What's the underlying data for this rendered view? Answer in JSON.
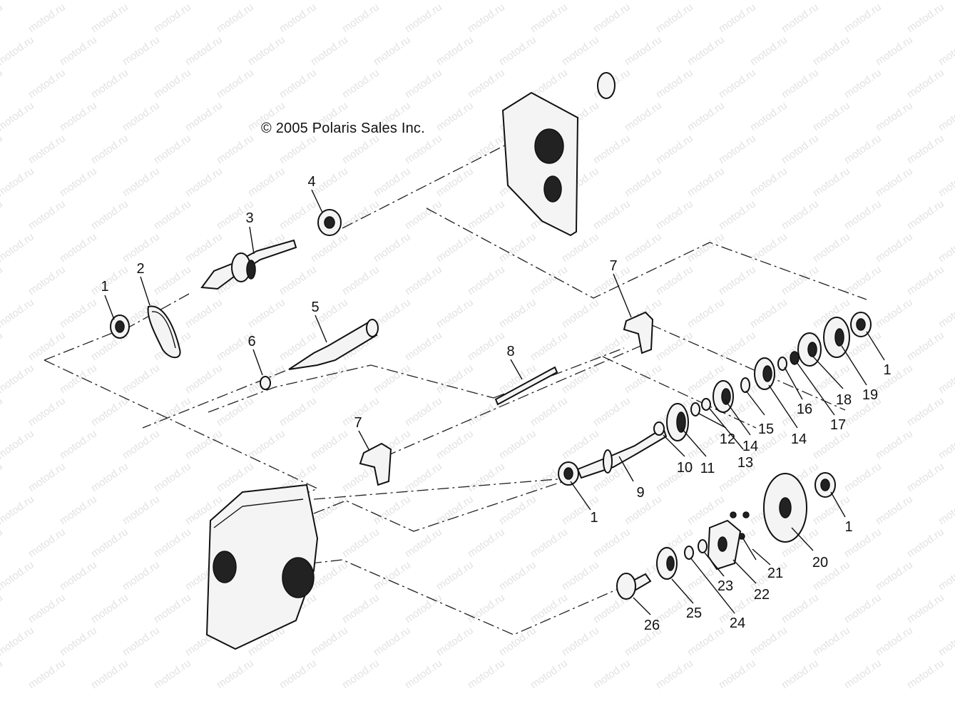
{
  "copyright": "© 2005 Polaris Sales Inc.",
  "watermark": "motod.ru",
  "callouts": [
    "1",
    "2",
    "3",
    "4",
    "5",
    "6",
    "7",
    "8",
    "9",
    "10",
    "11",
    "12",
    "13",
    "14",
    "15",
    "16",
    "17",
    "18",
    "19",
    "20",
    "21",
    "22",
    "23",
    "24",
    "25",
    "26"
  ]
}
